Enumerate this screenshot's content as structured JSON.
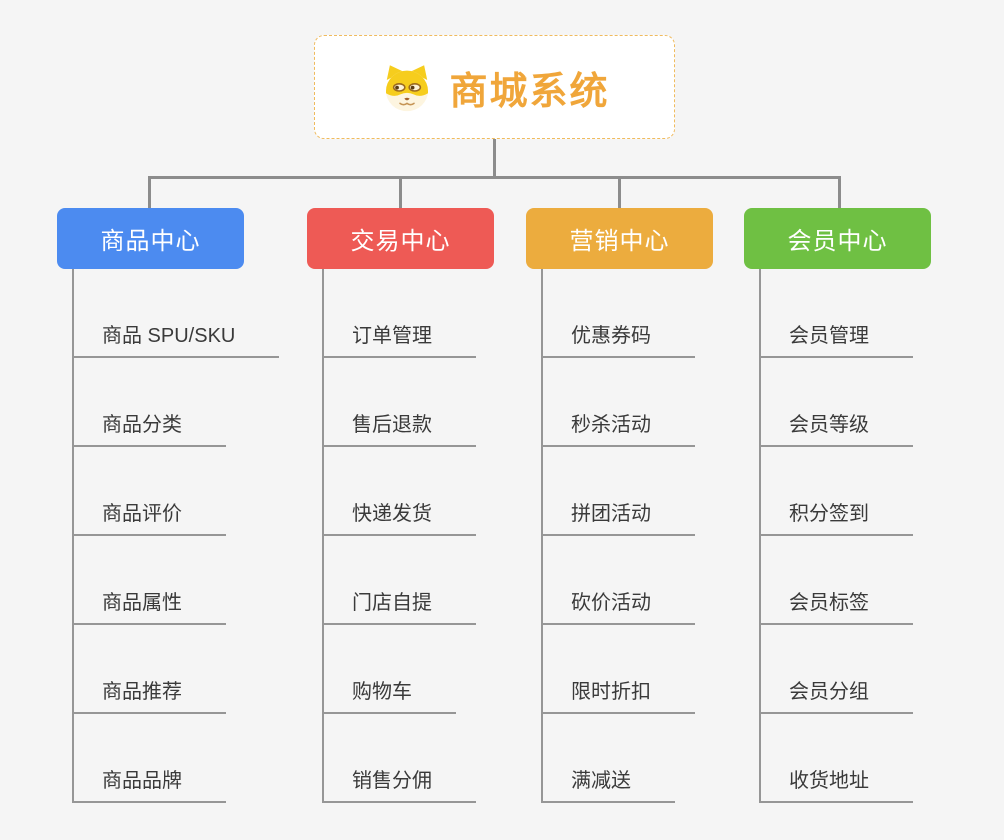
{
  "page": {
    "background_color": "#f5f5f5",
    "connector_color": "#8c8c8c"
  },
  "root": {
    "title": "商城系统",
    "accent_color": "#f0a63a",
    "border_color": "#f0bb5e",
    "icon": "doge-icon"
  },
  "branches": [
    {
      "label": "商品中心",
      "color": "#4c8bf0",
      "children": [
        "商品 SPU/SKU",
        "商品分类",
        "商品评价",
        "商品属性",
        "商品推荐",
        "商品品牌"
      ]
    },
    {
      "label": "交易中心",
      "color": "#ee5a55",
      "children": [
        "订单管理",
        "售后退款",
        "快递发货",
        "门店自提",
        "购物车",
        "销售分佣"
      ]
    },
    {
      "label": "营销中心",
      "color": "#ecac3e",
      "children": [
        "优惠券码",
        "秒杀活动",
        "拼团活动",
        "砍价活动",
        "限时折扣",
        "满减送"
      ]
    },
    {
      "label": "会员中心",
      "color": "#6fc043",
      "children": [
        "会员管理",
        "会员等级",
        "积分签到",
        "会员标签",
        "会员分组",
        "收货地址"
      ]
    }
  ]
}
